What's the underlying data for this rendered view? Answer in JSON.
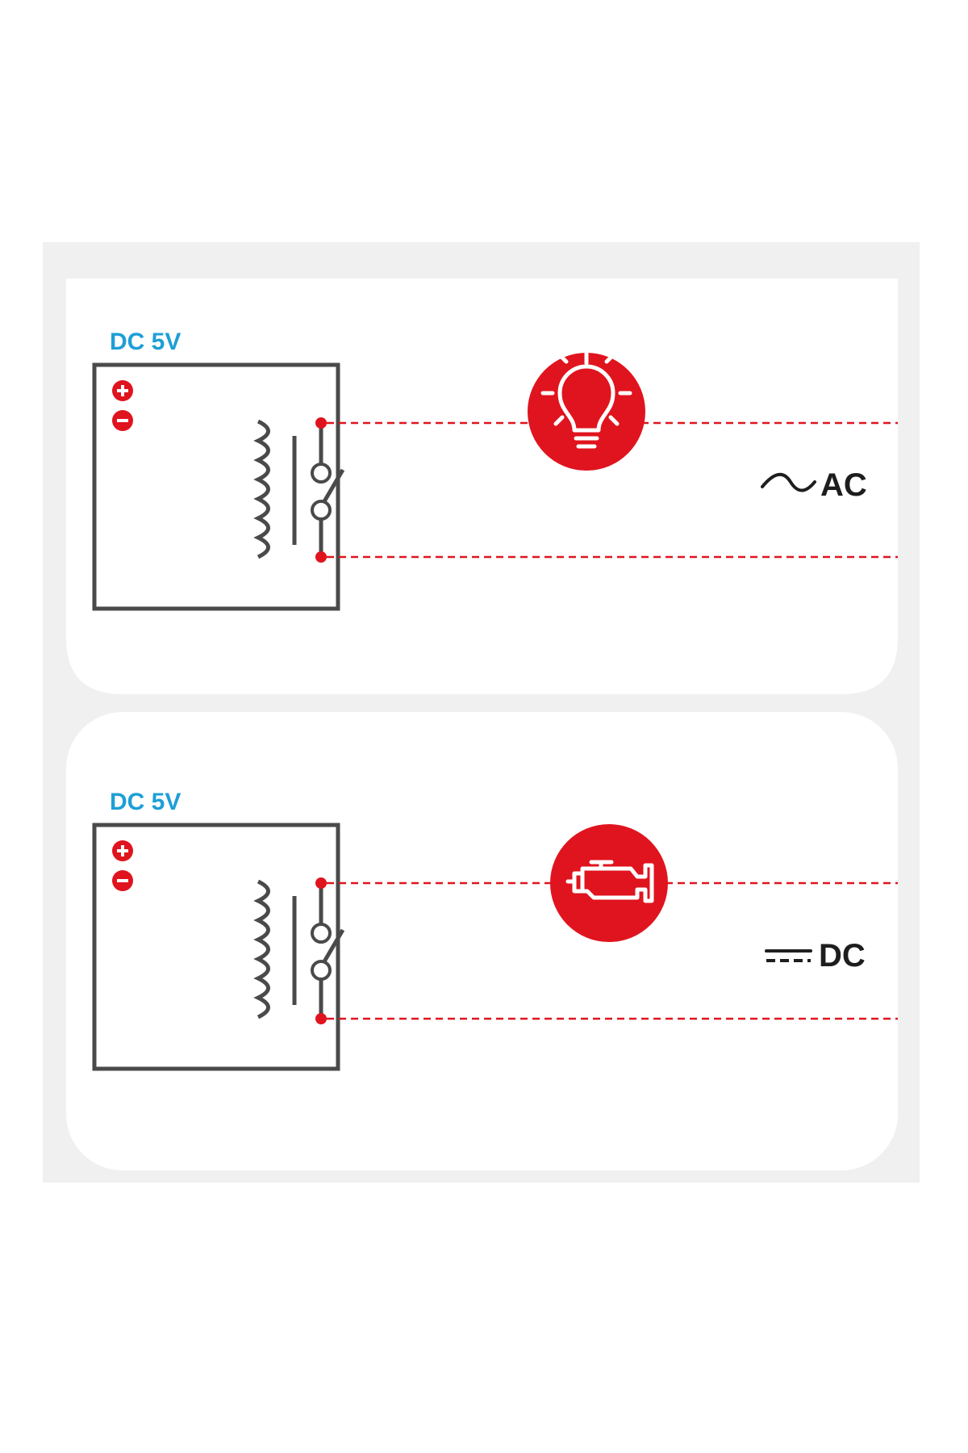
{
  "colors": {
    "page_bg": "#ffffff",
    "frame_bg": "#f0f0f0",
    "card_bg": "#ffffff",
    "accent_red": "#e0141e",
    "supply_blue": "#1d9fd6",
    "stroke_dark": "#4a4a4a",
    "text_dark": "#1e1e1e"
  },
  "panels": [
    {
      "supply_label": "DC 5V",
      "load_icon": "light-bulb-icon",
      "power_type_label": "AC",
      "power_type_icon": "ac-sine-wave-icon"
    },
    {
      "supply_label": "DC 5V",
      "load_icon": "engine-icon",
      "power_type_label": "DC",
      "power_type_icon": "dc-symbol-icon"
    }
  ]
}
